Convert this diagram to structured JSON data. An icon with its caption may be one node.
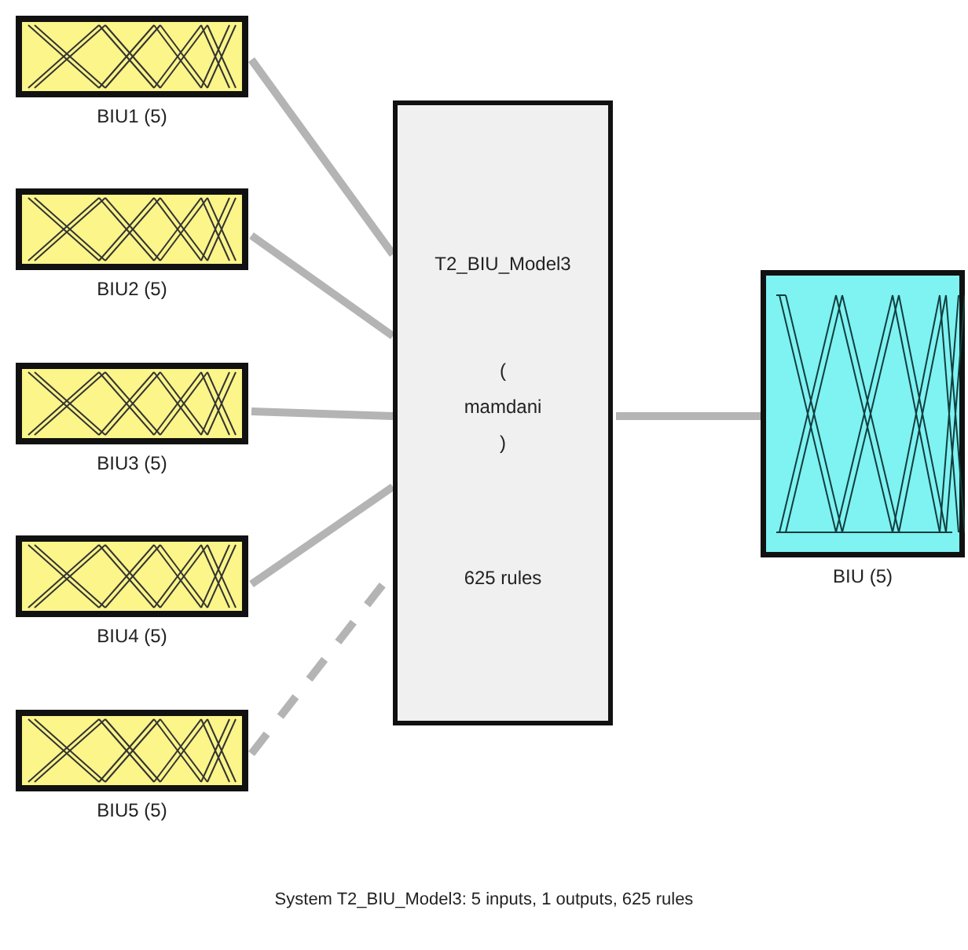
{
  "diagram": {
    "caption": "System T2_BIU_Model3: 5 inputs, 1 outputs, 625 rules",
    "nodes": [
      {
        "text": [
          "BIU1 (5)"
        ]
      },
      {
        "text": [
          "BIU2 (5)"
        ]
      },
      {
        "text": [
          "BIU3 (5)"
        ]
      },
      {
        "text": [
          "BIU4 (5)"
        ]
      },
      {
        "text": [
          "BIU5 (5)"
        ]
      },
      {
        "text": [
          "T2_BIU_Model3",
          "( mamdani )",
          "625 rules"
        ]
      },
      {
        "text": [
          "BIU (5)"
        ]
      }
    ],
    "edges": [
      {
        "from": 0,
        "to": 5,
        "arrow": "none"
      },
      {
        "from": 1,
        "to": 5,
        "arrow": "none"
      },
      {
        "from": 2,
        "to": 5,
        "arrow": "none"
      },
      {
        "from": 3,
        "to": 5,
        "arrow": "none"
      },
      {
        "from": 4,
        "to": 5,
        "arrow": "none",
        "style": "dashed"
      },
      {
        "from": 5,
        "to": 6,
        "arrow": "none"
      }
    ]
  }
}
